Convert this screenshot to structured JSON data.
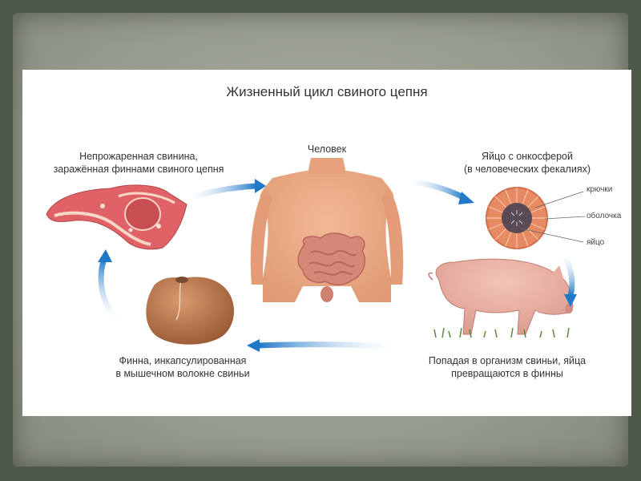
{
  "diagram": {
    "title": "Жизненный цикл свиного цепня",
    "stages": {
      "pork": {
        "line1": "Непрожаренная свинина,",
        "line2": "заражённая финнами свиного цепня"
      },
      "human": {
        "label": "Человек"
      },
      "egg": {
        "line1": "Яйцо с онкосферой",
        "line2": "(в человеческих фекалиях)"
      },
      "pig": {
        "line1": "Попадая в организм свиньи, яйца",
        "line2": "превращаются в финны"
      },
      "cyst": {
        "line1": "Финна, инкапсулированная",
        "line2": "в мышечном волокне свиньи"
      }
    },
    "egg_parts": [
      "крючки",
      "оболочка",
      "яйцо"
    ]
  },
  "colors": {
    "arrow": "#1f78c8",
    "skin": "#e8a27e",
    "pig": "#e8b0a4",
    "meat": "#d9585a",
    "cyst": "#b06e45",
    "background_frame": "#4d5a49"
  }
}
